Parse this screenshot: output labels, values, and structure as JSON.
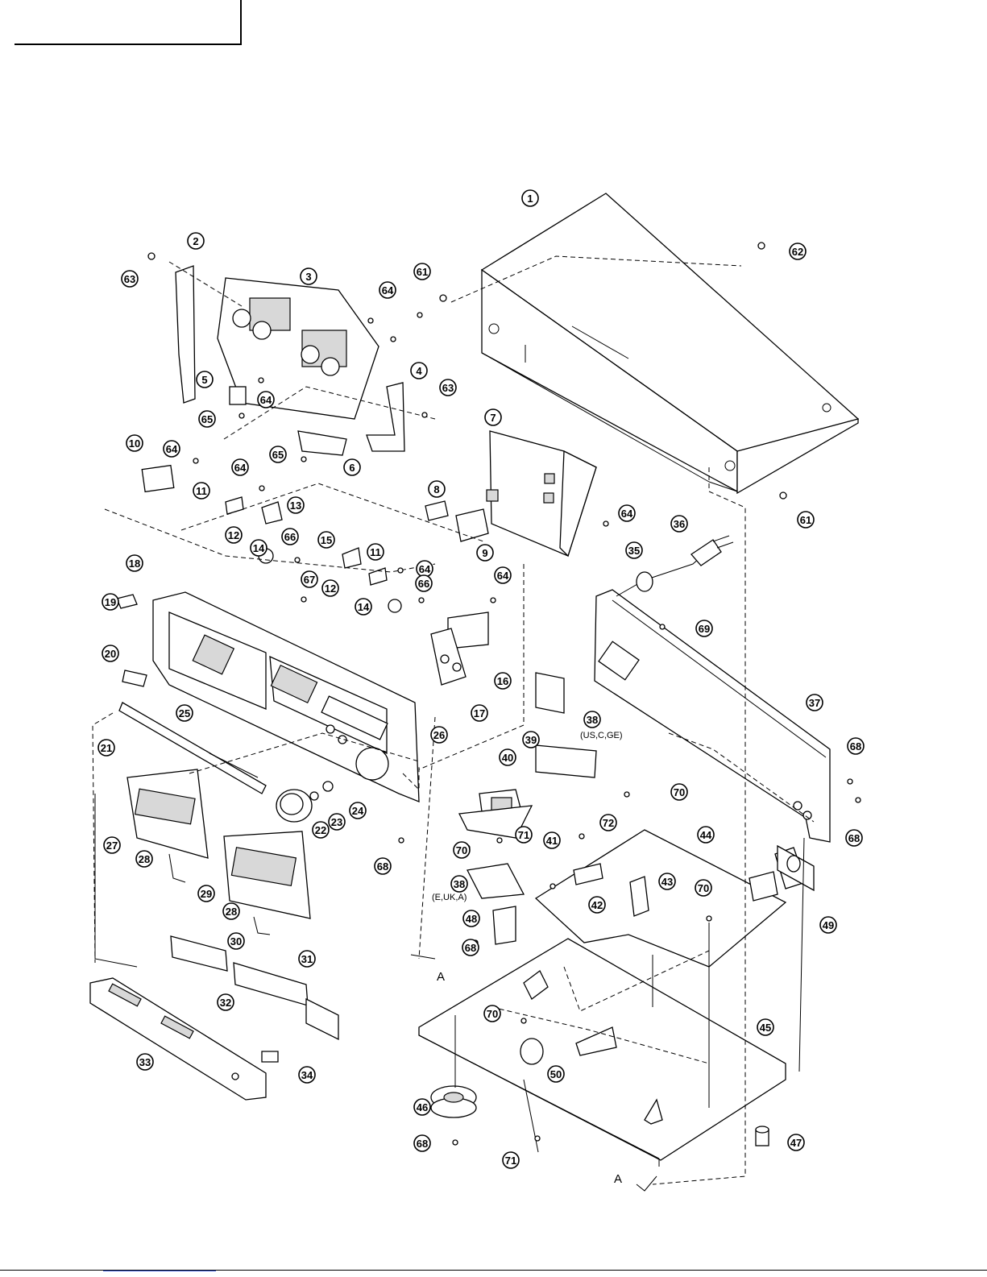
{
  "callouts": [
    {
      "n": "1"
    },
    {
      "n": "2"
    },
    {
      "n": "3"
    },
    {
      "n": "4"
    },
    {
      "n": "5"
    },
    {
      "n": "6"
    },
    {
      "n": "7"
    },
    {
      "n": "8"
    },
    {
      "n": "9"
    },
    {
      "n": "10"
    },
    {
      "n": "11"
    },
    {
      "n": "11"
    },
    {
      "n": "12"
    },
    {
      "n": "12"
    },
    {
      "n": "13"
    },
    {
      "n": "14"
    },
    {
      "n": "14"
    },
    {
      "n": "15"
    },
    {
      "n": "16"
    },
    {
      "n": "17"
    },
    {
      "n": "18"
    },
    {
      "n": "19"
    },
    {
      "n": "20"
    },
    {
      "n": "21"
    },
    {
      "n": "22"
    },
    {
      "n": "23"
    },
    {
      "n": "24"
    },
    {
      "n": "25"
    },
    {
      "n": "26"
    },
    {
      "n": "27"
    },
    {
      "n": "28"
    },
    {
      "n": "28"
    },
    {
      "n": "29"
    },
    {
      "n": "30"
    },
    {
      "n": "31"
    },
    {
      "n": "32"
    },
    {
      "n": "33"
    },
    {
      "n": "34"
    },
    {
      "n": "35"
    },
    {
      "n": "36"
    },
    {
      "n": "37"
    },
    {
      "n": "38"
    },
    {
      "n": "38"
    },
    {
      "n": "39"
    },
    {
      "n": "40"
    },
    {
      "n": "41"
    },
    {
      "n": "42"
    },
    {
      "n": "43"
    },
    {
      "n": "44"
    },
    {
      "n": "45"
    },
    {
      "n": "46"
    },
    {
      "n": "47"
    },
    {
      "n": "48"
    },
    {
      "n": "49"
    },
    {
      "n": "50"
    },
    {
      "n": "61"
    },
    {
      "n": "61"
    },
    {
      "n": "62"
    },
    {
      "n": "63"
    },
    {
      "n": "63"
    },
    {
      "n": "64"
    },
    {
      "n": "64"
    },
    {
      "n": "64"
    },
    {
      "n": "64"
    },
    {
      "n": "64"
    },
    {
      "n": "64"
    },
    {
      "n": "64"
    },
    {
      "n": "65"
    },
    {
      "n": "65"
    },
    {
      "n": "66"
    },
    {
      "n": "66"
    },
    {
      "n": "67"
    },
    {
      "n": "68"
    },
    {
      "n": "68"
    },
    {
      "n": "68"
    },
    {
      "n": "68"
    },
    {
      "n": "68"
    },
    {
      "n": "69"
    },
    {
      "n": "70"
    },
    {
      "n": "70"
    },
    {
      "n": "70"
    },
    {
      "n": "70"
    },
    {
      "n": "71"
    },
    {
      "n": "71"
    },
    {
      "n": "72"
    }
  ],
  "notes": {
    "note_38_a": "(US,C,GE)",
    "note_38_b": "(E,UK,A)",
    "ref_a_1": "A",
    "ref_a_2": "A"
  }
}
